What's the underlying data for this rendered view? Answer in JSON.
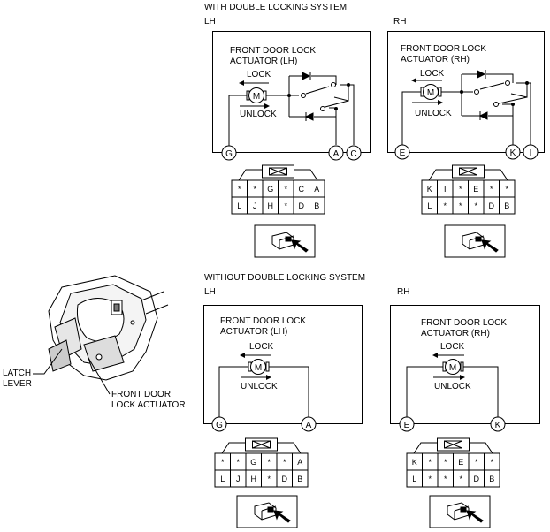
{
  "sections": {
    "with": {
      "title": "WITH DOUBLE LOCKING SYSTEM",
      "lh": {
        "side": "LH",
        "actuator_line1": "FRONT DOOR LOCK",
        "actuator_line2": "ACTUATOR (LH)",
        "lock": "LOCK",
        "unlock": "UNLOCK",
        "motor": "M",
        "terminals": [
          "G",
          "A",
          "C"
        ],
        "connector_top": [
          "*",
          "*",
          "G",
          "*",
          "C",
          "A"
        ],
        "connector_bottom": [
          "L",
          "J",
          "H",
          "*",
          "D",
          "B"
        ]
      },
      "rh": {
        "side": "RH",
        "actuator_line1": "FRONT DOOR LOCK",
        "actuator_line2": "ACTUATOR (RH)",
        "lock": "LOCK",
        "unlock": "UNLOCK",
        "motor": "M",
        "terminals": [
          "E",
          "K",
          "I"
        ],
        "connector_top": [
          "K",
          "I",
          "*",
          "E",
          "*",
          "*"
        ],
        "connector_bottom": [
          "L",
          "*",
          "*",
          "*",
          "D",
          "B"
        ]
      }
    },
    "without": {
      "title": "WITHOUT DOUBLE LOCKING SYSTEM",
      "lh": {
        "side": "LH",
        "actuator_line1": "FRONT DOOR LOCK",
        "actuator_line2": "ACTUATOR (LH)",
        "lock": "LOCK",
        "unlock": "UNLOCK",
        "motor": "M",
        "terminals": [
          "G",
          "A"
        ],
        "connector_top": [
          "*",
          "*",
          "G",
          "*",
          "*",
          "A"
        ],
        "connector_bottom": [
          "L",
          "J",
          "H",
          "*",
          "D",
          "B"
        ]
      },
      "rh": {
        "side": "RH",
        "actuator_line1": "FRONT DOOR LOCK",
        "actuator_line2": "ACTUATOR (RH)",
        "lock": "LOCK",
        "unlock": "UNLOCK",
        "motor": "M",
        "terminals": [
          "E",
          "K"
        ],
        "connector_top": [
          "K",
          "*",
          "*",
          "E",
          "*",
          "*"
        ],
        "connector_bottom": [
          "L",
          "*",
          "*",
          "*",
          "D",
          "B"
        ]
      }
    }
  },
  "callouts": {
    "latch_line1": "LATCH",
    "latch_line2": "LEVER",
    "actuator_line1": "FRONT DOOR",
    "actuator_line2": "LOCK ACTUATOR"
  }
}
